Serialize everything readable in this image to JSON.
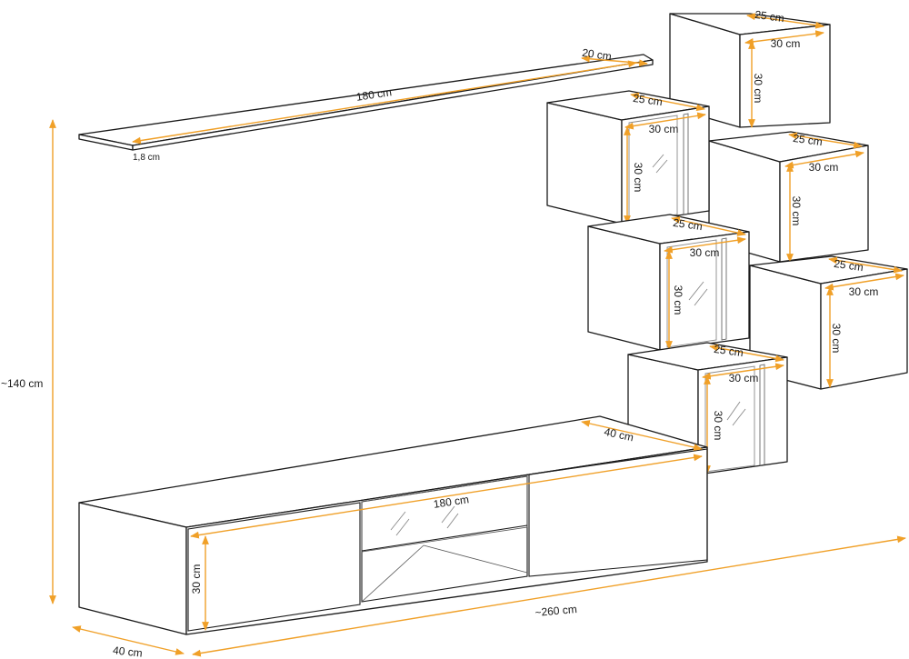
{
  "colors": {
    "dimension": "#f0a028",
    "outline": "#1a1a1a",
    "background": "#ffffff"
  },
  "shelf": {
    "length": "180 cm",
    "depth": "20 cm",
    "thickness": "1,8 cm"
  },
  "cube_top_right": {
    "depth": "25 cm",
    "width": "30 cm",
    "height": "30 cm"
  },
  "cube_glass_1": {
    "depth": "25 cm",
    "width": "30 cm",
    "height": "30 cm"
  },
  "cube_right_2": {
    "depth": "25 cm",
    "width": "30 cm",
    "height": "30 cm"
  },
  "cube_glass_2": {
    "depth": "25 cm",
    "width": "30 cm",
    "height": "30 cm"
  },
  "cube_right_3": {
    "depth": "25 cm",
    "width": "30 cm",
    "height": "30 cm"
  },
  "cube_glass_3": {
    "depth": "25 cm",
    "width": "30 cm",
    "height": "30 cm"
  },
  "tv_board": {
    "depth": "40 cm",
    "length": "180 cm",
    "height": "30 cm",
    "side_depth": "40 cm"
  },
  "overall": {
    "height": "~140 cm",
    "width": "~260 cm"
  }
}
